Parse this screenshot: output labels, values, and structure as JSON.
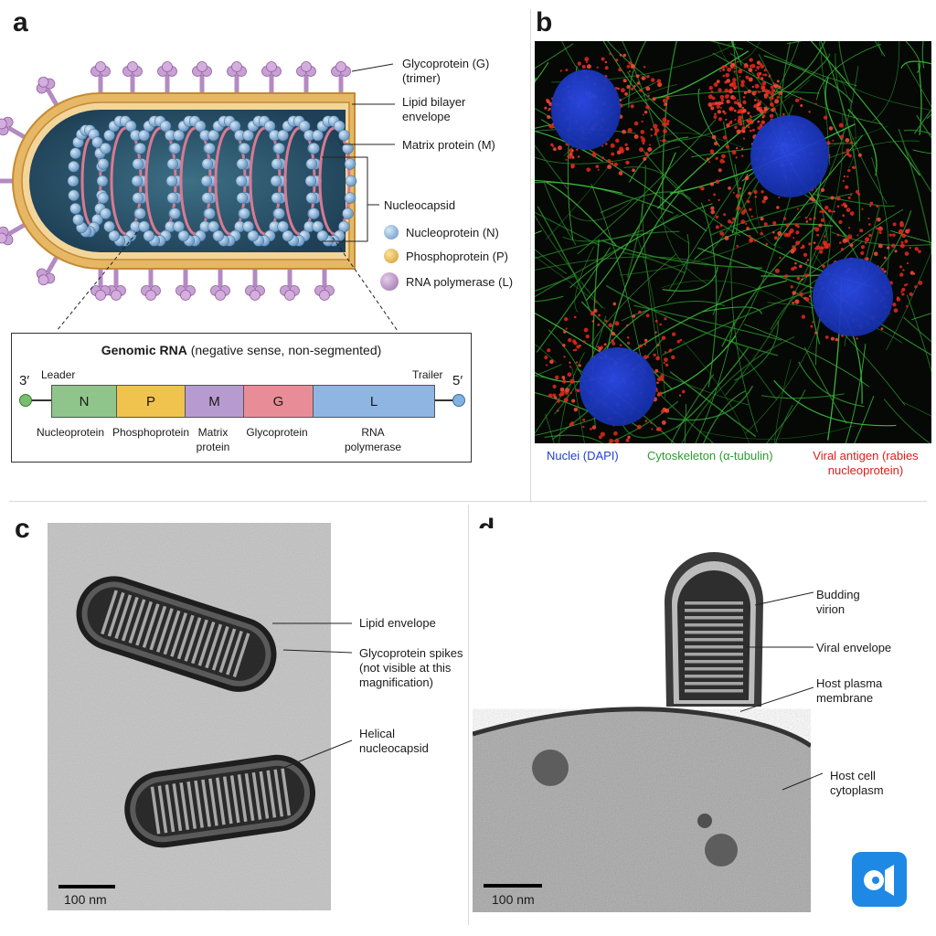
{
  "panels": {
    "a": {
      "letter": "a",
      "labels": {
        "glycoprotein": "Glycoprotein (G)\n(trimer)",
        "lipid_bilayer": "Lipid bilayer\nenvelope",
        "matrix": "Matrix protein (M)",
        "nucleocapsid": "Nucleocapsid"
      },
      "legend": [
        {
          "label": "Nucleoprotein (N)",
          "color": "#7ea9cf"
        },
        {
          "label": "Phosphoprotein (P)",
          "color": "#e8b84a"
        },
        {
          "label": "RNA polymerase (L)",
          "color": "#b98fc2"
        }
      ],
      "genome": {
        "title_bold": "Genomic RNA",
        "title_rest": " (negative sense, non-segmented)",
        "end_left": "3′",
        "end_right": "5′",
        "leader": "Leader",
        "trailer": "Trailer",
        "genes": [
          {
            "letter": "N",
            "name": "Nucleoprotein",
            "color": "#8fc58a"
          },
          {
            "letter": "P",
            "name": "Phosphoprotein",
            "color": "#f0c24e"
          },
          {
            "letter": "M",
            "name": "Matrix\nprotein",
            "color": "#b79bd0"
          },
          {
            "letter": "G",
            "name": "Glycoprotein",
            "color": "#e88d97"
          },
          {
            "letter": "L",
            "name": "RNA\npolymerase",
            "color": "#8fb5e3"
          }
        ]
      }
    },
    "b": {
      "letter": "b",
      "legend": [
        {
          "label": "Nuclei (DAPI)",
          "color": "#1f3fd6"
        },
        {
          "label": "Cytoskeleton (α-tubulin)",
          "color": "#2e9a2e"
        },
        {
          "label": "Viral antigen (rabies\nnucleoprotein)",
          "color": "#e01b1b"
        }
      ]
    },
    "c": {
      "letter": "c",
      "labels": {
        "lipid_envelope": "Lipid envelope",
        "spikes": "Glycoprotein spikes\n(not visible at this\nmagnification)",
        "helical": "Helical\nnucleocapsid"
      },
      "scalebar": "100 nm"
    },
    "d": {
      "letter": "d",
      "labels": {
        "budding": "Budding\nvirion",
        "envelope": "Viral envelope",
        "plasma": "Host plasma\nmembrane",
        "cytoplasm": "Host cell\ncytoplasm"
      },
      "scalebar": "100 nm"
    }
  }
}
